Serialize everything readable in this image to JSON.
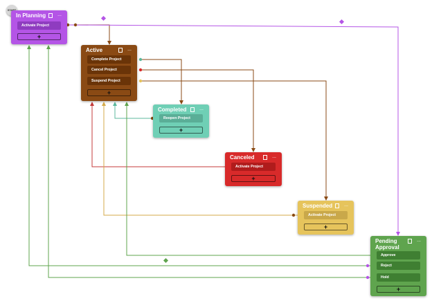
{
  "start_label": "START",
  "colors": {
    "in_planning": "#b455e6",
    "active": "#8a4a14",
    "completed": "#6fcfb5",
    "canceled": "#d82a2a",
    "suspended": "#e6c45c",
    "pending": "#5fa44e"
  },
  "nodes": {
    "in_planning": {
      "title": "In Planning",
      "actions": [
        "Activate Project"
      ]
    },
    "active": {
      "title": "Active",
      "actions": [
        "Complete Project",
        "Cancel Project",
        "Suspend Project"
      ]
    },
    "completed": {
      "title": "Completed",
      "actions": [
        "Reopen Project"
      ]
    },
    "canceled": {
      "title": "Canceled",
      "actions": [
        "Activate Project"
      ]
    },
    "suspended": {
      "title": "Suspended",
      "actions": [
        "Activate Project"
      ]
    },
    "pending": {
      "title": "Pending Approval",
      "title_line1": "Pending",
      "title_line2": "Approval",
      "actions": [
        "Approve",
        "Reject",
        "Hold"
      ]
    }
  },
  "add_symbol": "+",
  "tool_more": "...",
  "icons": {
    "collapse": "square-icon",
    "more": "ellipsis-icon",
    "diamond": "diamond-icon"
  }
}
